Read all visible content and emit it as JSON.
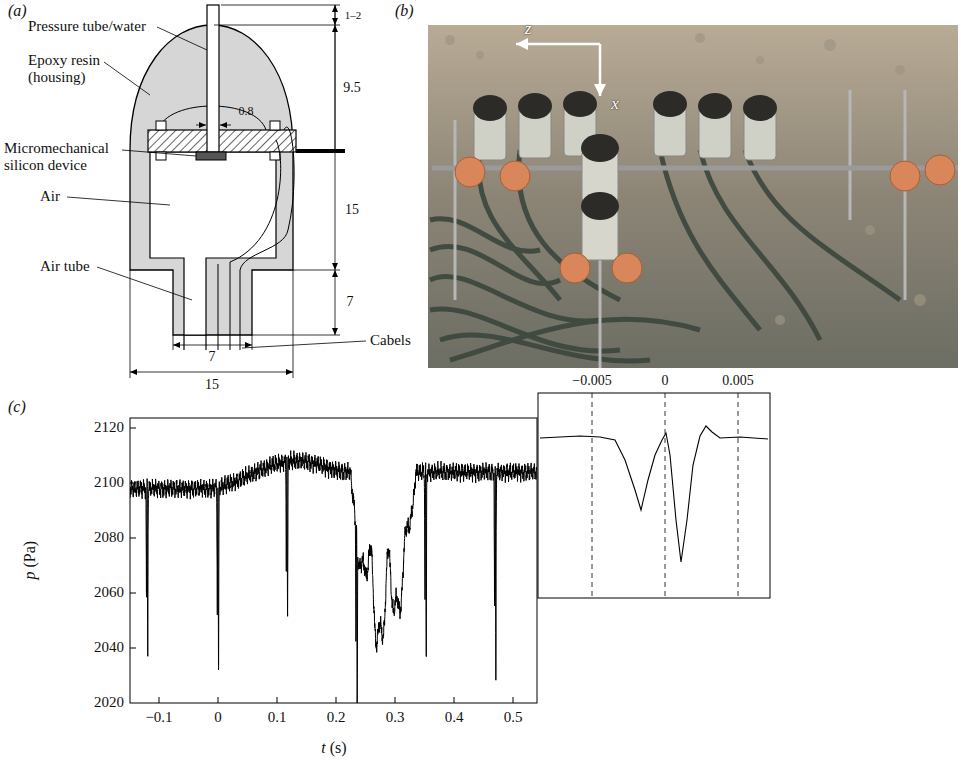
{
  "diagram": {
    "labels": [
      "(a)",
      "Pressure tube/water",
      "Epoxy resin (housing)",
      "Micromechanical silicon device",
      "Air",
      "Air tube",
      "Cabels",
      "0.8",
      "1–2",
      "9.5",
      "15",
      "7",
      "7",
      "15",
      "(b)",
      "z",
      "x",
      "(c)",
      "p (Pa)",
      "2120",
      "2100",
      "2080",
      "2060",
      "2040",
      "2020",
      "−0.1",
      "0",
      "0.1",
      "0.2",
      "0.3",
      "0.4",
      "0.5",
      "t (s)",
      "−0.005",
      "0",
      "0.005"
    ]
  }
}
